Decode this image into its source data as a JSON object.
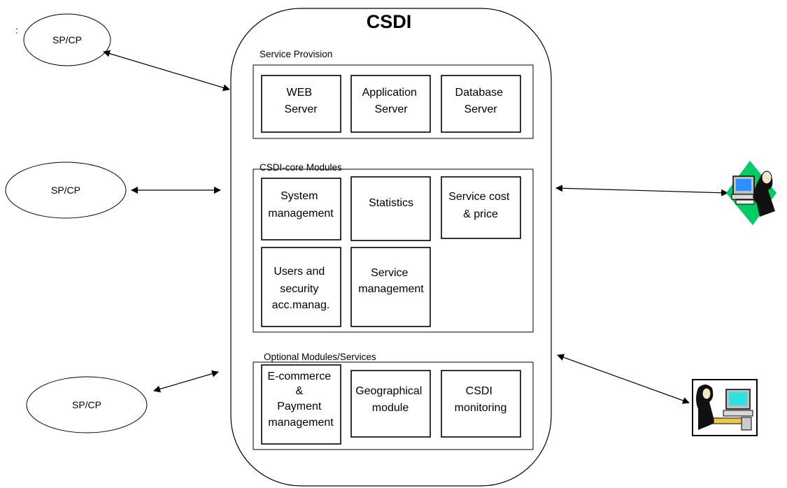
{
  "title": "CSDI",
  "corner_mark": ":",
  "sections": {
    "service_provision": {
      "label": "Service Provision",
      "modules": [
        [
          "WEB",
          "Server"
        ],
        [
          "Application",
          "Server"
        ],
        [
          "Database",
          "Server"
        ]
      ]
    },
    "core_modules": {
      "label": "CSDI-core Modules",
      "modules": [
        [
          "System",
          "management"
        ],
        [
          "Statistics"
        ],
        [
          "Service cost",
          "& price"
        ],
        [
          "Users and",
          "security",
          "acc.manag."
        ],
        [
          "Service",
          "management"
        ]
      ]
    },
    "optional_modules": {
      "label": "Optional Modules/Services",
      "modules": [
        [
          "E-commerce",
          "&",
          "Payment",
          "management"
        ],
        [
          "Geographical",
          "module"
        ],
        [
          "CSDI",
          "monitoring"
        ]
      ]
    }
  },
  "providers": [
    "SP/CP",
    "SP/CP",
    "SP/CP"
  ],
  "icons": [
    "user-at-computer-icon",
    "user-at-computer-icon"
  ],
  "colors": {
    "line": "#000000",
    "background": "#ffffff",
    "icon_accent": "#00cc66"
  }
}
